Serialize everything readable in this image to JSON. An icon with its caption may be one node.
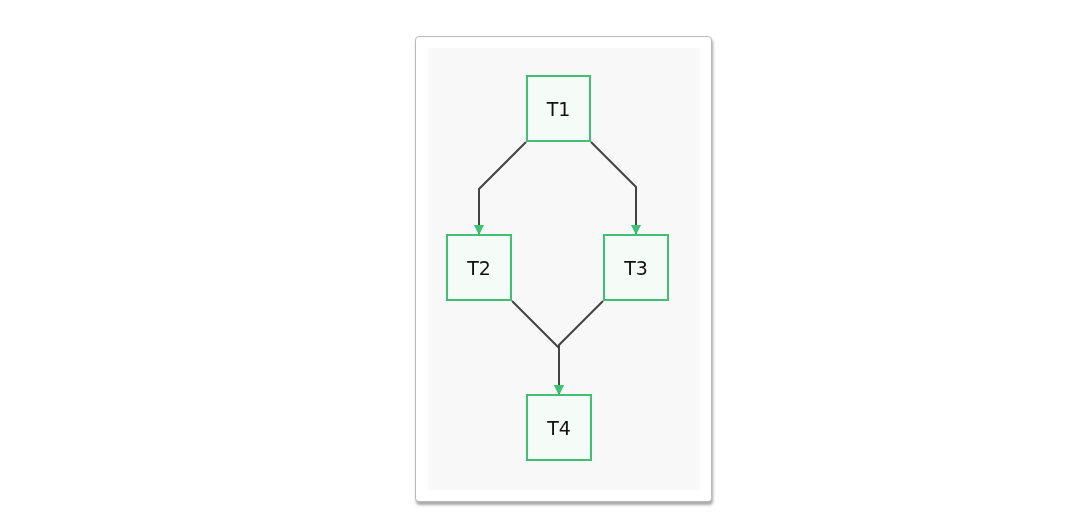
{
  "diagram": {
    "nodes": [
      {
        "text": [
          "T1"
        ]
      },
      {
        "text": [
          "T2"
        ]
      },
      {
        "text": [
          "T3"
        ]
      },
      {
        "text": [
          "T4"
        ]
      }
    ],
    "edges": [
      {
        "from": 0,
        "to": 1,
        "arrow": "to"
      },
      {
        "from": 0,
        "to": 2,
        "arrow": "to"
      },
      {
        "from": 1,
        "to": 3,
        "arrow": "to"
      },
      {
        "from": 2,
        "to": 3,
        "arrow": "to"
      }
    ]
  }
}
